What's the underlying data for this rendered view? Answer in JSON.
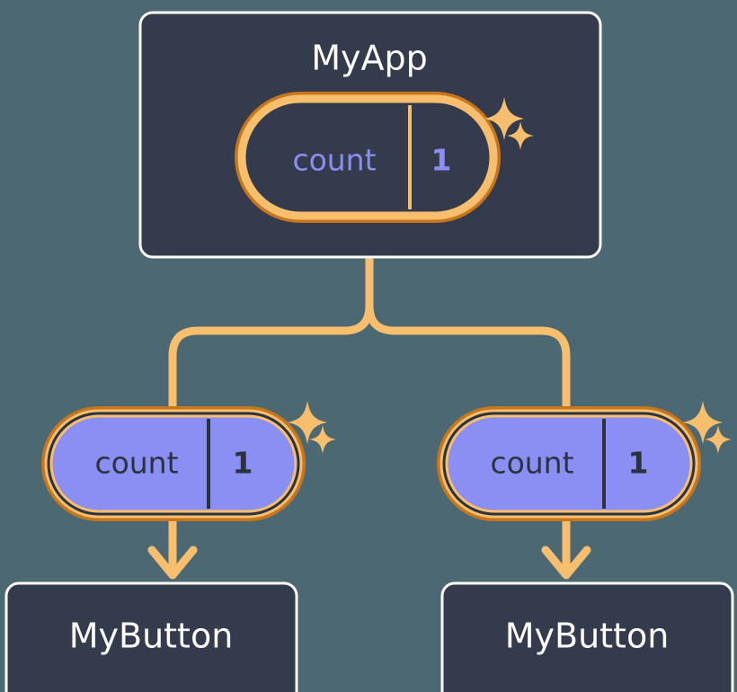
{
  "diagram": {
    "type": "component-state-tree",
    "background_color": "#4c6873",
    "palette": {
      "card_fill": "#343b4c",
      "card_border": "#fdfbf5",
      "card_text": "#ffffff",
      "ring_outer": "#c8761c",
      "ring_inner": "#f7bf6d",
      "pill_fill_purple": "#8b8ef2",
      "pill_fill_transparent": "#343b4c",
      "pill_text_dark": "#2c3340",
      "pill_text_purple": "#8b8ef2",
      "connector": "#f7bf6d",
      "sparkle": "#f7bf6d"
    },
    "nodes": {
      "root": {
        "label": "MyApp",
        "state_pill": {
          "key": "count",
          "value": "1",
          "fill_style": "transparent",
          "text_style": "purple",
          "has_sparkles": true
        }
      },
      "children": [
        {
          "state_pill": {
            "key": "count",
            "value": "1",
            "fill_style": "purple",
            "text_style": "dark",
            "has_sparkles": true
          },
          "label": "MyButton"
        },
        {
          "state_pill": {
            "key": "count",
            "value": "1",
            "fill_style": "purple",
            "text_style": "dark",
            "has_sparkles": true
          },
          "label": "MyButton"
        }
      ]
    }
  }
}
